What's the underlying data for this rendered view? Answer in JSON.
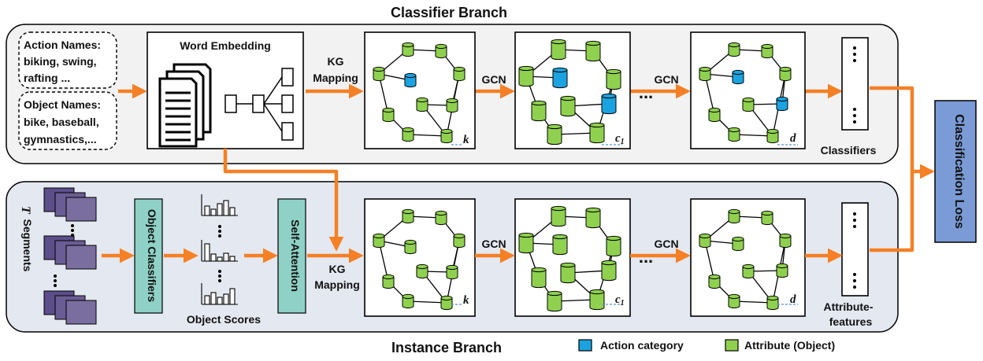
{
  "titles": {
    "classifier_branch": "Classifier Branch",
    "instance_branch": "Instance Branch"
  },
  "classifier": {
    "action_names": [
      "Action Names:",
      "biking, swing,",
      "rafting ..."
    ],
    "object_names": [
      "Object Names:",
      "bike, baseball,",
      "gymnastics,..."
    ],
    "word_embedding": "Word Embedding",
    "kg_mapping": [
      "KG",
      "Mapping"
    ],
    "gcn_1": "GCN",
    "gcn_2": "GCN",
    "ellipsis": "...",
    "classifiers": "Classifiers"
  },
  "instance": {
    "segments_symbol": "T",
    "segments_label": "Segments",
    "object_classifiers": "Object Classifiers",
    "self_attention": "Self-Attention",
    "object_scores": "Object Scores",
    "kg_mapping": [
      "KG",
      "Mapping"
    ],
    "gcn_1": "GCN",
    "gcn_2": "GCN",
    "ellipsis": "...",
    "attribute_features": [
      "Attribute-",
      "features"
    ]
  },
  "graph_labels": [
    "k",
    "c",
    "d"
  ],
  "graph_subscript": "1",
  "loss_label": "Classification  Loss",
  "legend": {
    "action": "Action category",
    "attribute": "Attribute (Object)"
  },
  "colors": {
    "action": "#1aa3e0",
    "attribute": "#8fd14f",
    "arrow": "#f58025",
    "loss": "#7a9bd6",
    "module": "#8fd1c6",
    "panel": "#f2f2f2",
    "panel_instance": "#e4e8f0"
  }
}
